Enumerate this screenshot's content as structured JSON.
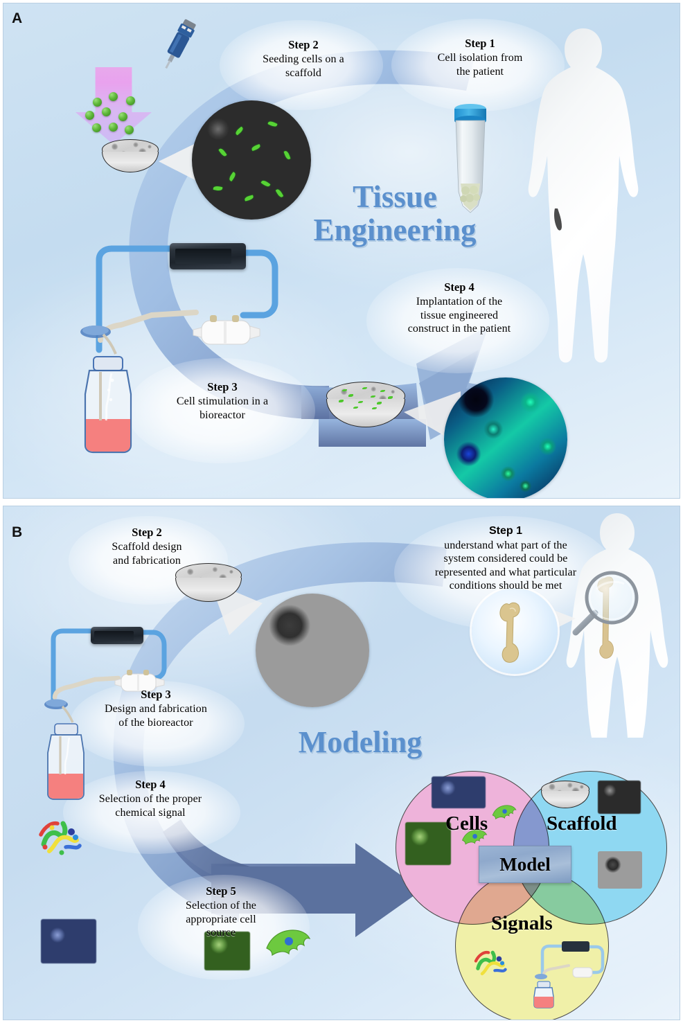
{
  "figure": {
    "panels": [
      {
        "letter": "A",
        "title": "Tissue Engineering",
        "title_line1": "Tissue",
        "title_line2": "Engineering",
        "steps": [
          {
            "head": "Step 1",
            "body": "Cell isolation from\nthe patient"
          },
          {
            "head": "Step 2",
            "body": "Seeding cells on a\nscaffold"
          },
          {
            "head": "Step 3",
            "body": "Cell stimulation in a\nbioreactor"
          },
          {
            "head": "Step 4",
            "body": "Implantation of the\ntissue engineered\nconstruct in the patient"
          }
        ]
      },
      {
        "letter": "B",
        "title": "Modeling",
        "steps": [
          {
            "head": "Step 1",
            "body": "understand what part of the\nsystem considered could be\nrepresented and what particular\nconditions should be met"
          },
          {
            "head": "Step 2",
            "body": "Scaffold design\nand fabrication"
          },
          {
            "head": "Step 3",
            "body": "Design and fabrication\nof the bioreactor"
          },
          {
            "head": "Step 4",
            "body": "Selection of the proper\nchemical signal"
          },
          {
            "head": "Step 5",
            "body": "Selection of the\nappropriate cell\nsource"
          }
        ],
        "venn": {
          "center_label": "Model",
          "circles": [
            {
              "label": "Cells",
              "color": "#eeb3da"
            },
            {
              "label": "Scaffold",
              "color": "#8fd8f2"
            },
            {
              "label": "Signals",
              "color": "#f0f0a8"
            }
          ]
        }
      }
    ],
    "colors": {
      "panel_background_top": "#cfe3f3",
      "panel_background_bottom": "#e8f2fa",
      "title_blue": "#5b90cd",
      "arrow_light": "#a9c6e8",
      "arrow_dark": "#5a719e",
      "venn_cells": "#eeb3da",
      "venn_scaffold": "#8fd8f2",
      "venn_signals": "#f0f0a8",
      "model_box": "#9bb4d4",
      "media_red": "#f5807f",
      "seed_arrow_purple": "#e0a8ee",
      "cell_green": "#57d335"
    }
  }
}
